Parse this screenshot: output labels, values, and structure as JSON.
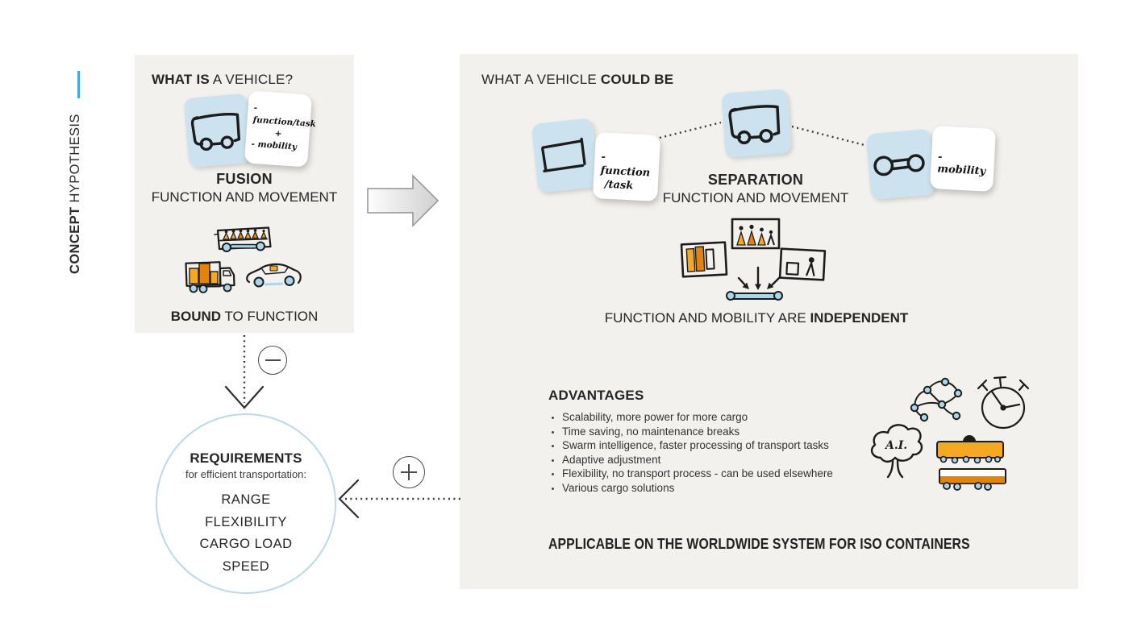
{
  "colors": {
    "accent-blue": "#3fa9e0",
    "panel-bg": "#f2f1ee",
    "sticky-blue": "#cde2ef",
    "circle-blue": "#bcd9ea",
    "ink": "#262626",
    "sketch-ink": "#1c1c1c",
    "orange": "#f7a823",
    "orange-dark": "#e0830f",
    "wheel-blue": "#a9d6ea"
  },
  "sidebar": {
    "label_bold": "CONCEPT",
    "label_rest": " HYPOTHESIS"
  },
  "left_panel": {
    "title_bold": "WHAT IS",
    "title_rest": " A VEHICLE?",
    "sticky_line1": "- function/task",
    "sticky_line2": "+",
    "sticky_line3": "- mobility",
    "fusion_title": "FUSION",
    "fusion_subtitle": "FUNCTION AND MOVEMENT",
    "bound_bold": "BOUND",
    "bound_rest": " TO FUNCTION"
  },
  "right_panel": {
    "title_prefix": "WHAT A VEHICLE ",
    "title_bold": "COULD BE",
    "function_sticky_line1": "- function",
    "function_sticky_line2": "/task",
    "mobility_sticky": "- mobility",
    "separation_title": "SEPARATION",
    "separation_subtitle": "FUNCTION AND MOVEMENT",
    "independent_prefix": "FUNCTION AND MOBILITY ARE ",
    "independent_bold": "INDEPENDENT",
    "advantages_title": "ADVANTAGES",
    "advantages": [
      "Scalability, more power for more cargo",
      "Time saving, no maintenance breaks",
      "Swarm intelligence, faster processing of transport tasks",
      "Adaptive adjustment",
      "Flexibility, no transport process - can be used elsewhere",
      "Various cargo solutions"
    ],
    "ai_label": "A.I.",
    "applicable_line": "APPLICABLE ON THE WORLDWIDE SYSTEM FOR ISO CONTAINERS"
  },
  "requirements": {
    "title": "REQUIREMENTS",
    "subtitle": "for efficient transportation:",
    "items": [
      "RANGE",
      "FLEXIBILITY",
      "CARGO LOAD",
      "SPEED"
    ]
  }
}
